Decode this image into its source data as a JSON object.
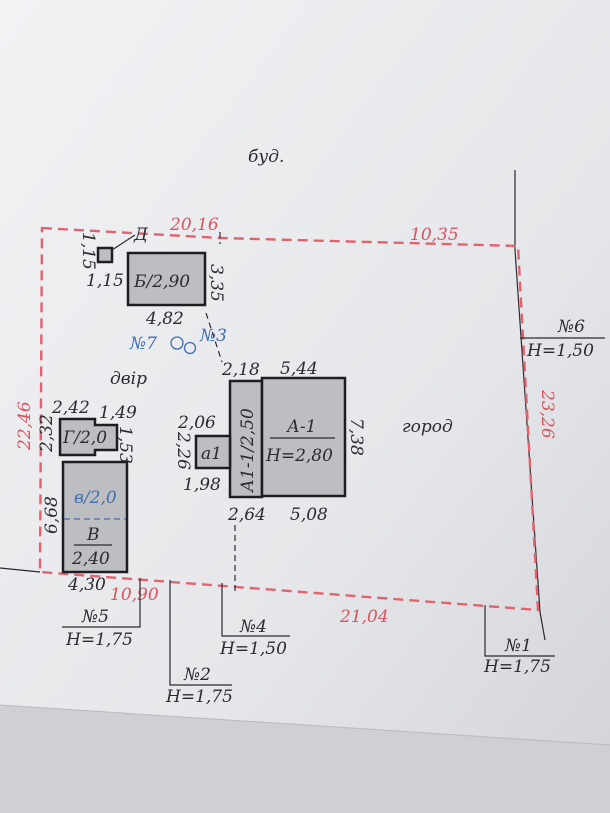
{
  "labels": {
    "neighbor": "буд.",
    "yard": "двір",
    "garden": "город"
  },
  "boundary": {
    "top_left": "20,16",
    "top_right": "10,35",
    "left": "22,46",
    "right": "23,26",
    "bottom_left": "10,90",
    "bottom_right": "21,04"
  },
  "buildings": {
    "D": {
      "name": "Д",
      "side_v": "1,15",
      "side_h": "1,15"
    },
    "B": {
      "name": "Б/2,90",
      "width": "4,82",
      "height": "3,35"
    },
    "G": {
      "name": "Г/2,0",
      "top": "2,42",
      "top_right": "1,49",
      "left": "2,32",
      "right": "1,53"
    },
    "V": {
      "upper": "в/2,0",
      "name": "В",
      "height_value": "2,40",
      "left": "6,68",
      "bottom": "4,30"
    },
    "A": {
      "name": "А-1",
      "height_value": "Н=2,80",
      "top": "5,44",
      "right": "7,38",
      "bottom": "5,08"
    },
    "A1": {
      "name": "А1-1/2,50",
      "top": "2,18",
      "bottom": "2,64"
    },
    "a1": {
      "name": "а1",
      "top": "2,06",
      "left": "2,26",
      "bottom": "1,98"
    }
  },
  "wells": {
    "w7": "№7",
    "w3": "№3"
  },
  "fences": [
    {
      "num": "№1",
      "h": "Н=1,75"
    },
    {
      "num": "№2",
      "h": "Н=1,75"
    },
    {
      "num": "№4",
      "h": "Н=1,50"
    },
    {
      "num": "№5",
      "h": "Н=1,75"
    },
    {
      "num": "№6",
      "h": "Н=1,50"
    }
  ]
}
